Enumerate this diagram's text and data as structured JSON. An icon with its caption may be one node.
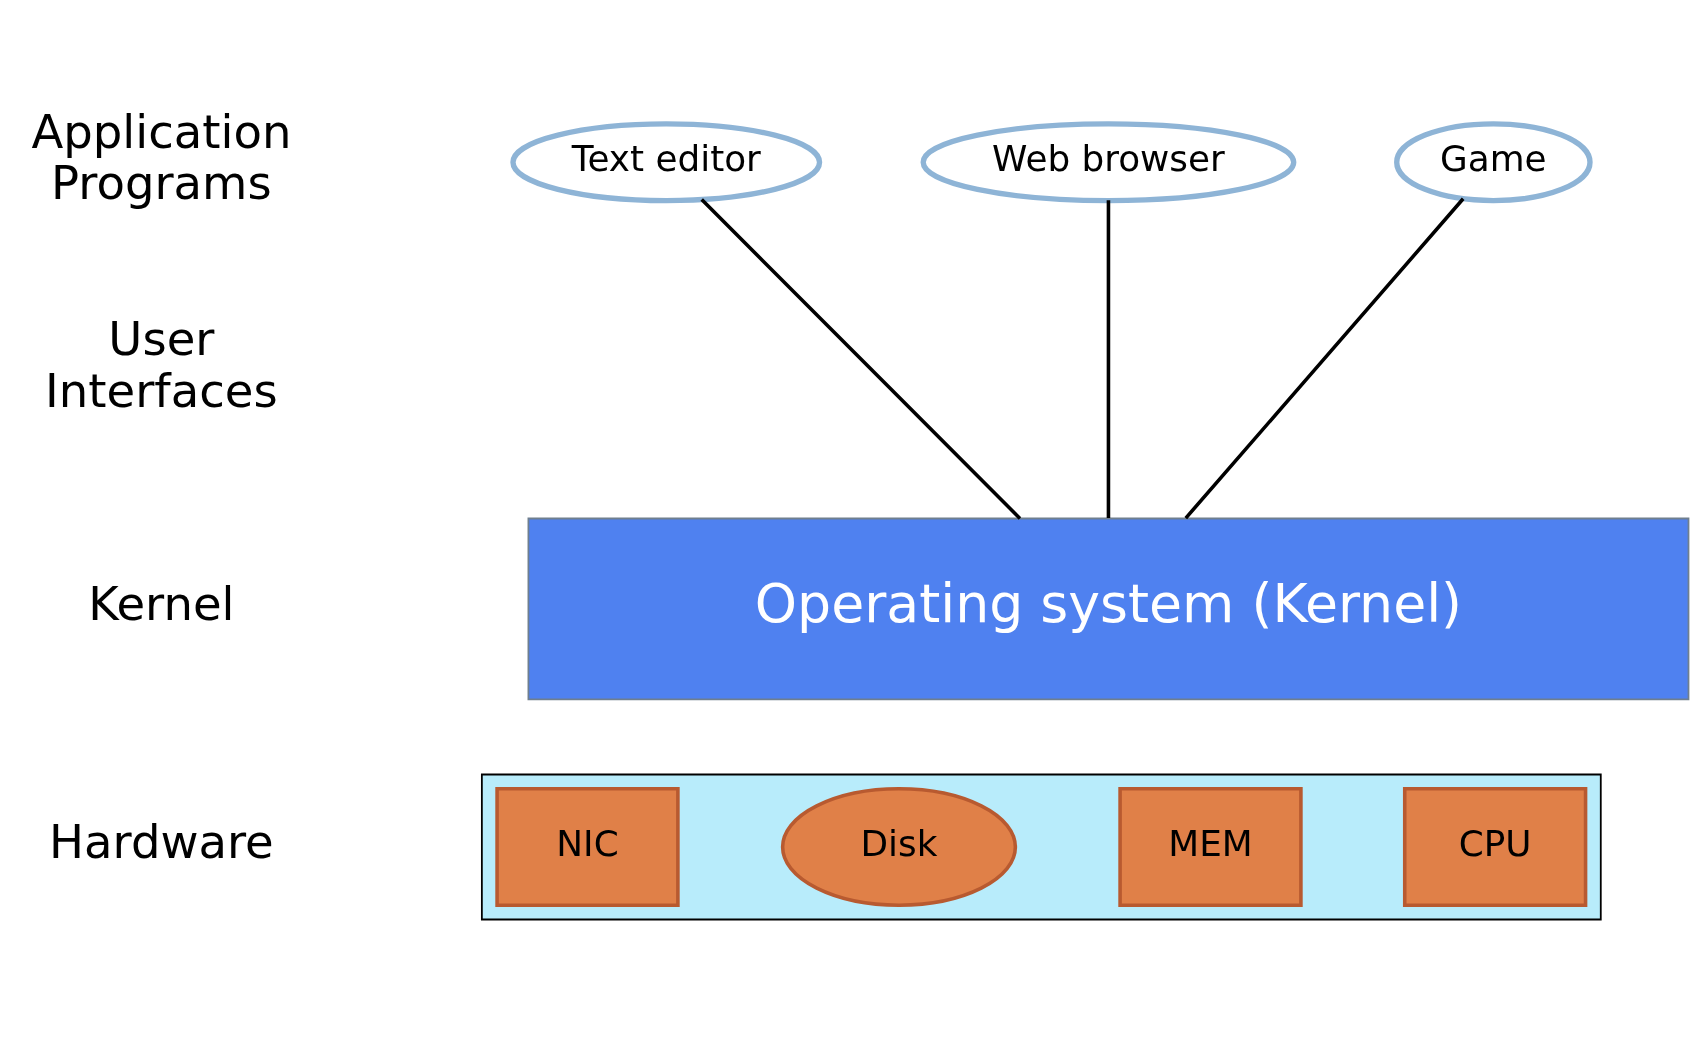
{
  "diagram": {
    "nodes": [
      {
        "text": [
          "Text editor"
        ]
      },
      {
        "text": [
          "Web browser"
        ]
      },
      {
        "text": [
          "Game"
        ]
      },
      {
        "text": [
          "Operating system (Kernel)"
        ]
      },
      {
        "text": [],
        "shape": "box"
      },
      {
        "text": [
          "CPU"
        ],
        "in": 4
      },
      {
        "text": [
          "MEM"
        ],
        "in": 4
      },
      {
        "text": [
          "Disk"
        ],
        "in": 4
      },
      {
        "text": [
          "NIC"
        ],
        "in": 4
      }
    ],
    "edges": [
      {
        "from": 0,
        "to": 3,
        "arrow": "none"
      },
      {
        "from": 1,
        "to": 3,
        "arrow": "none"
      },
      {
        "from": 2,
        "to": 3,
        "arrow": "none"
      }
    ],
    "labels": [
      "Application Programs",
      "User Interfaces",
      "Kernel",
      "Hardware"
    ]
  }
}
